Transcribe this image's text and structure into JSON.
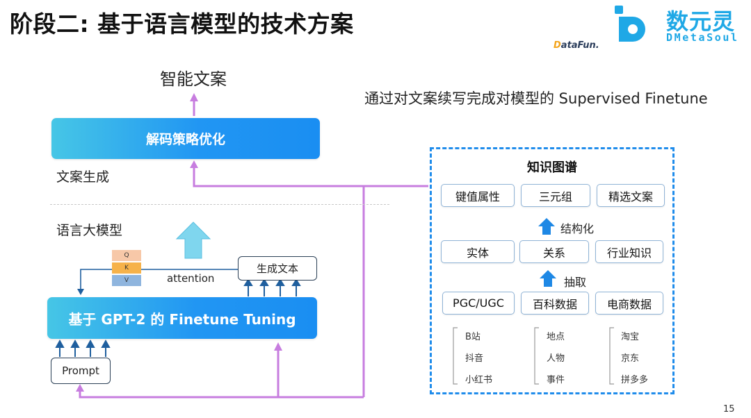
{
  "title": "阶段二: 基于语言模型的技术方案",
  "branding": {
    "datafun_prefix": "D",
    "datafun_rest": "ataFun.",
    "brand_cn": "数元灵",
    "brand_en": "DMetaSoul"
  },
  "headline": "通过对文案续写完成对模型的 Supervised Finetune",
  "left_pipeline": {
    "output_label": "智能文案",
    "decode_box": "解码策略优化",
    "copy_gen_label": "文案生成",
    "lm_label": "语言大模型",
    "qkv": [
      "Q",
      "K",
      "V"
    ],
    "attention_label": "attention",
    "gen_text_box": "生成文本",
    "gpt2_box": "基于 GPT-2 的 Finetune Tuning",
    "prompt_box": "Prompt"
  },
  "knowledge_graph": {
    "title": "知识图谱",
    "row1": [
      "键值属性",
      "三元组",
      "精选文案"
    ],
    "structure_label": "结构化",
    "row2": [
      "实体",
      "关系",
      "行业知识"
    ],
    "extract_label": "抽取",
    "row3": [
      "PGC/UGC",
      "百科数据",
      "电商数据"
    ],
    "sources": [
      [
        "B站",
        "抖音",
        "小红书"
      ],
      [
        "地点",
        "人物",
        "事件"
      ],
      [
        "淘宝",
        "京东",
        "拼多多"
      ]
    ]
  },
  "colors": {
    "purple_line": "#c77ddf",
    "navy_arrow": "#1f5f9e",
    "blue_up_arrow": "#1e88e5",
    "light_arrow": "#7fd6ee",
    "q_color": "#f7c8a8",
    "k_color": "#f6b24a",
    "v_color": "#8fb5de"
  },
  "page_number": "15"
}
